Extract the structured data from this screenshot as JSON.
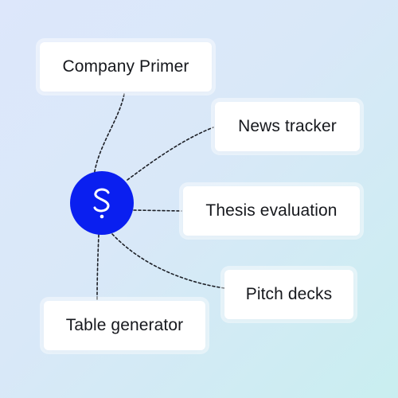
{
  "hub": {
    "icon": "s-logo-icon",
    "color": "#0a1ff0"
  },
  "nodes": [
    {
      "label": "Company Primer"
    },
    {
      "label": "News tracker"
    },
    {
      "label": "Thesis evaluation"
    },
    {
      "label": "Pitch decks"
    },
    {
      "label": "Table generator"
    }
  ]
}
